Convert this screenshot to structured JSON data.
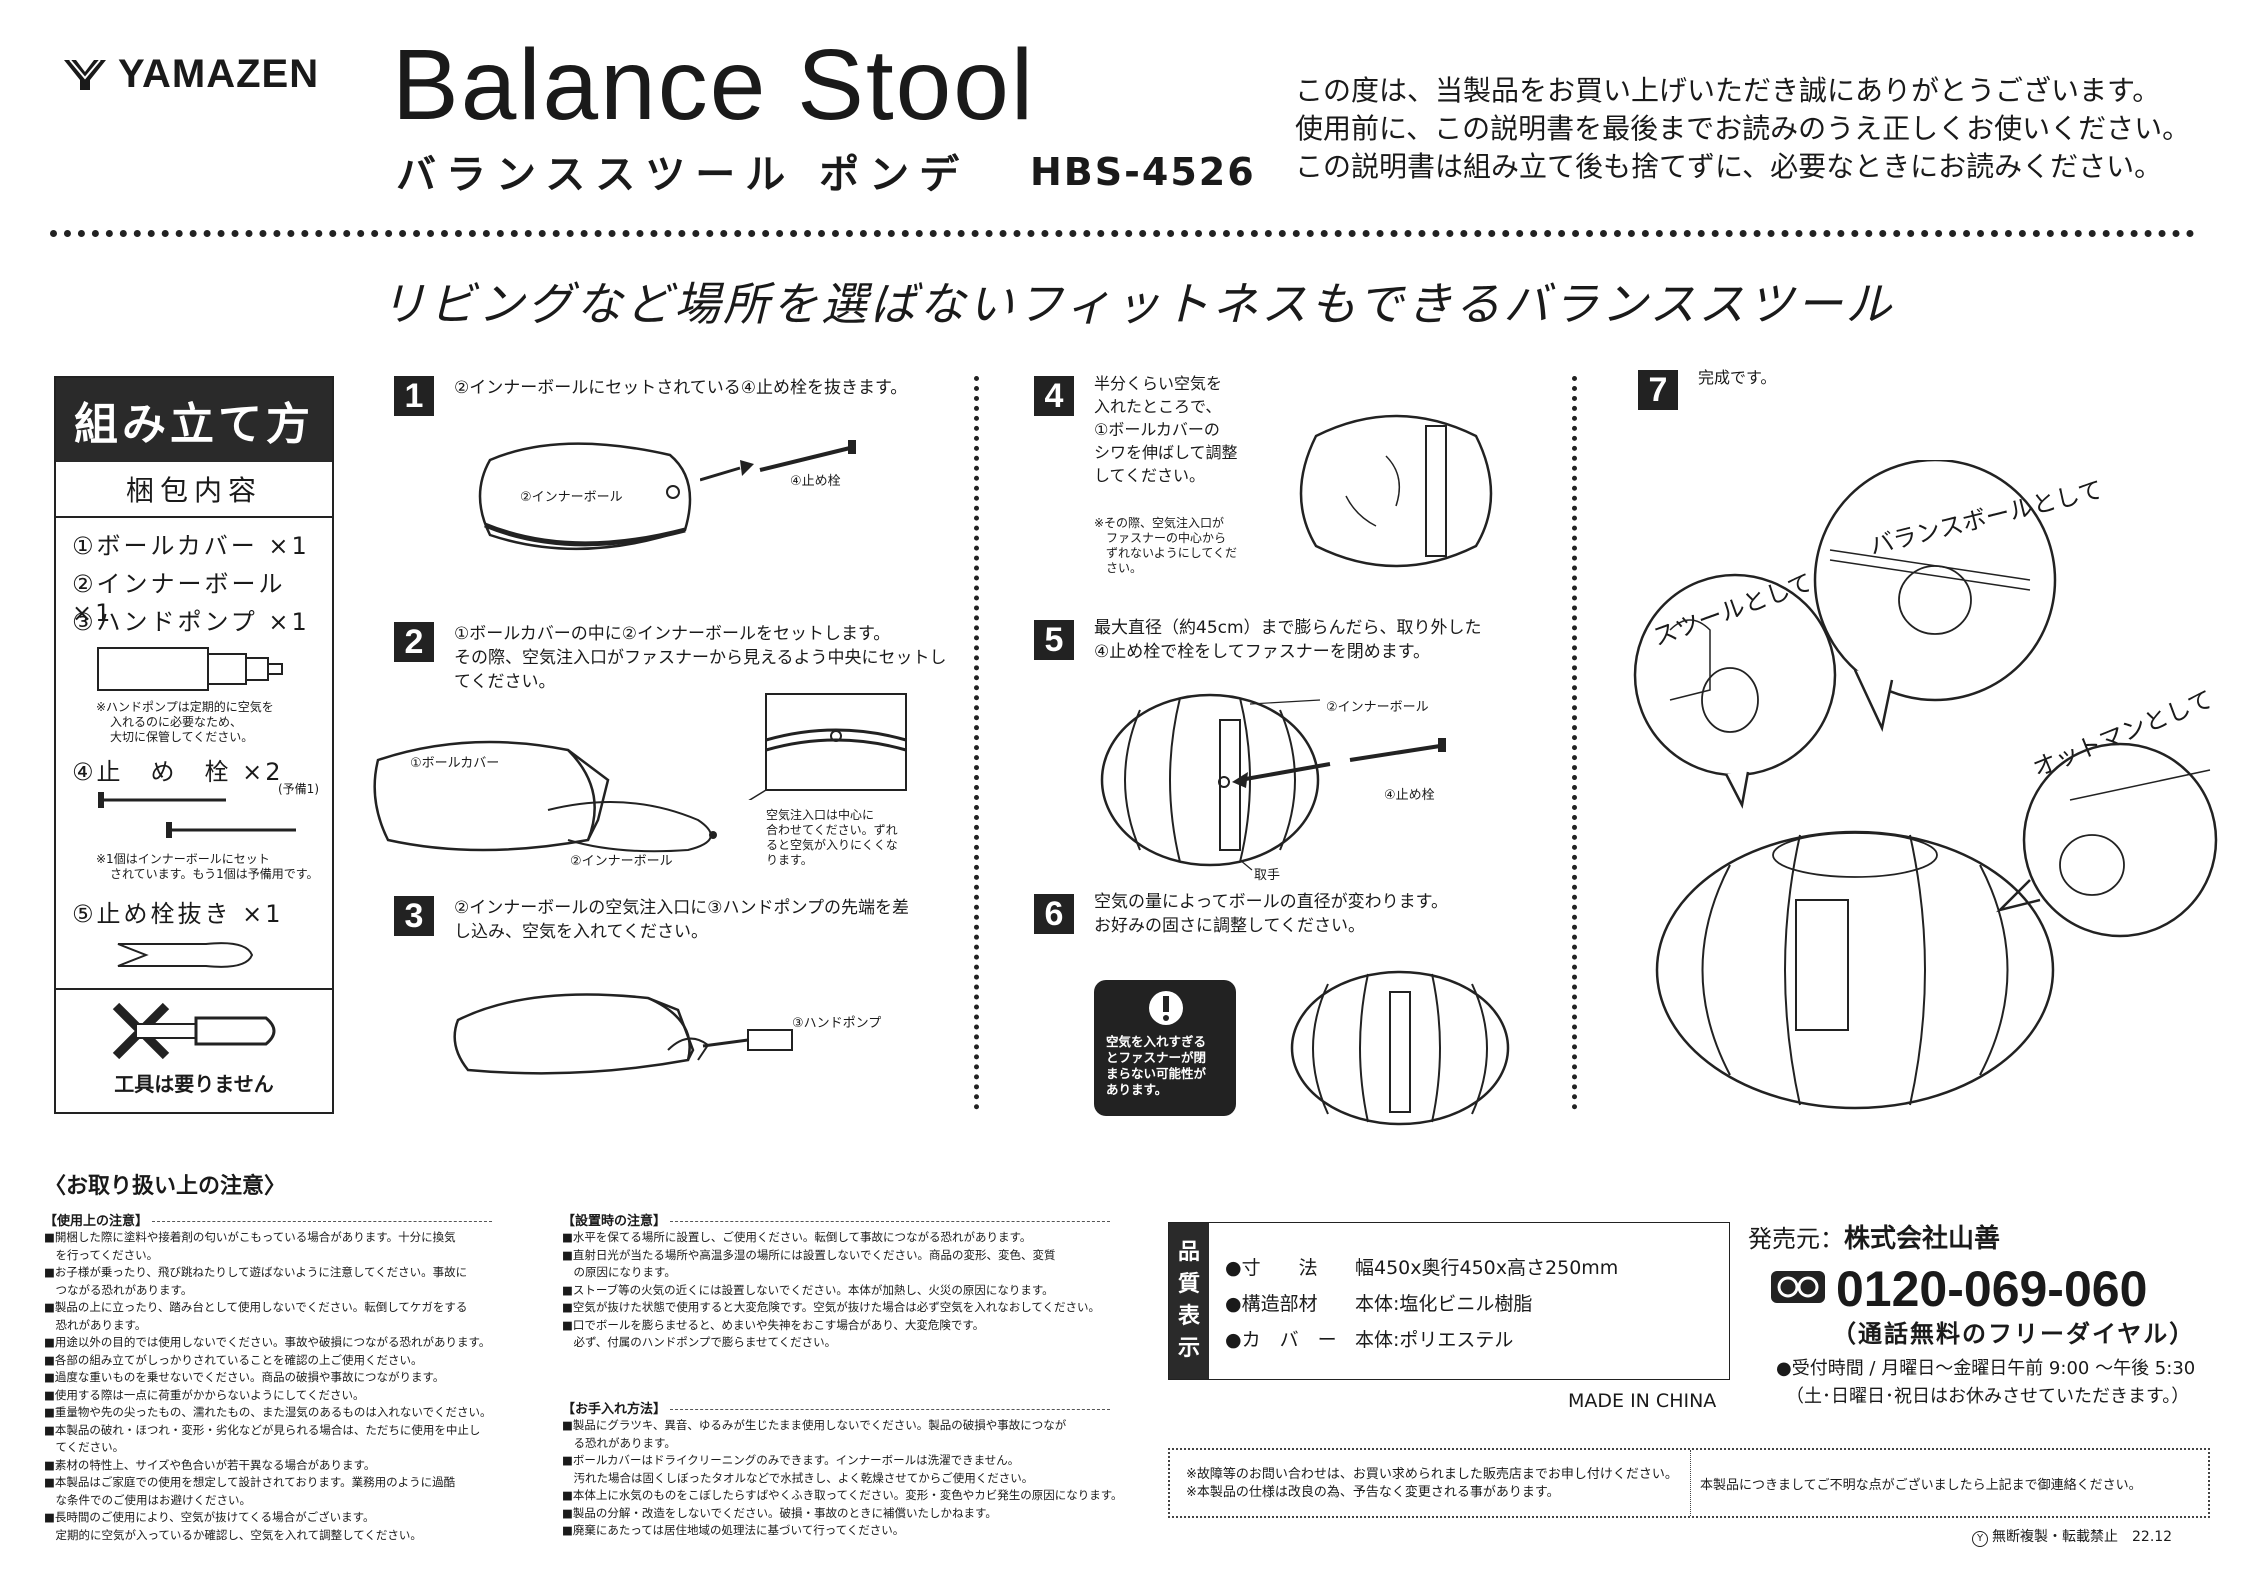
{
  "header": {
    "brand": "YAMAZEN",
    "title": "Balance Stool",
    "subtitle": "バランススツール ポンデ",
    "model": "HBS-4526",
    "greeting": [
      "この度は、当製品をお買い上げいただき誠にありがとうございます。",
      "使用前に、この説明書を最後までお読みのうえ正しくお使いください。",
      "この説明書は組み立て後も捨てずに、必要なときにお読みください。"
    ]
  },
  "tagline": "リビングなど場所を選ばないフィットネスもできるバランススツール",
  "assembly": {
    "heading": "組み立て方",
    "contents_heading": "梱包内容",
    "parts": [
      "①ボールカバー ×1",
      "②インナーボール ×1",
      "③ハンドポンプ ×1",
      "④止　め　栓 ×2",
      "⑤止め栓抜き ×1"
    ],
    "pump_note": [
      "※ハンドポンプは定期的に空気を",
      "入れるのに必要なため、",
      "大切に保管してください。"
    ],
    "spare_note": "(予備1)",
    "plug_note": [
      "※1個はインナーボールにセット",
      "されています。もう1個は予備用です。"
    ],
    "no_tools": "工具は要りません"
  },
  "steps": [
    {
      "num": "1",
      "text": [
        "②インナーボールにセットされている④止め栓を抜きます。"
      ],
      "labels": [
        "②インナーボール",
        "④止め栓"
      ]
    },
    {
      "num": "2",
      "text": [
        "①ボールカバーの中に②インナーボールをセットします。",
        "その際、空気注入口がファスナーから見えるよう中央にセットし",
        "てください。"
      ],
      "labels": [
        "①ボールカバー",
        "②インナーボール"
      ],
      "note": [
        "空気注入口は中心に",
        "合わせてください。ずれ",
        "ると空気が入りにくくな",
        "ります。"
      ]
    },
    {
      "num": "3",
      "text": [
        "②インナーボールの空気注入口に③ハンドポンプの先端を差",
        "し込み、空気を入れてください。"
      ],
      "labels": [
        "③ハンドポンプ"
      ]
    },
    {
      "num": "4",
      "text": [
        "半分くらい空気を",
        "入れたところで、",
        "①ボールカバーの",
        "シワを伸ばして調整",
        "してください。"
      ],
      "note": [
        "※その際、空気注入口が",
        "ファスナーの中心から",
        "ずれないようにしてくだ",
        "さい。"
      ]
    },
    {
      "num": "5",
      "text": [
        "最大直径（約45cm）まで膨らんだら、取り外した",
        "④止め栓で栓をしてファスナーを閉めます。"
      ],
      "labels": [
        "②インナーボール",
        "④止め栓",
        "取手"
      ]
    },
    {
      "num": "6",
      "text": [
        "空気の量によってボールの直径が変わります。",
        "お好みの固さに調整してください。"
      ],
      "warning": [
        "空気を入れすぎる",
        "とファスナーが閉",
        "まらない可能性が",
        "あります。"
      ]
    },
    {
      "num": "7",
      "text": [
        "完成です。"
      ],
      "usages": [
        "スツールとして",
        "バランスボールとして",
        "オットマンとして"
      ]
    }
  ],
  "caution": {
    "title": "〈お取り扱い上の注意〉",
    "use_title": "【使用上の注意】",
    "use": [
      "■開梱した際に塗料や接着剤の匂いがこもっている場合があります。十分に換気",
      "　を行ってください。",
      "■お子様が乗ったり、飛び跳ねたりして遊ばないように注意してください。事故に",
      "　つながる恐れがあります。",
      "■製品の上に立ったり、踏み台として使用しないでください。転倒してケガをする",
      "　恐れがあります。",
      "■用途以外の目的では使用しないでください。事故や破損につながる恐れがあります。",
      "■各部の組み立てがしっかりされていることを確認の上ご使用ください。",
      "■過度な重いものを乗せないでください。商品の破損や事故につながります。",
      "■使用する際は一点に荷重がかからないようにしてください。",
      "■重量物や先の尖ったもの、濡れたもの、また湿気のあるものは入れないでください。",
      "■本製品の破れ・ほつれ・変形・劣化などが見られる場合は、ただちに使用を中止し",
      "　てください。",
      "■素材の特性上、サイズや色合いが若干異なる場合があります。",
      "■本製品はご家庭での使用を想定して設計されております。業務用のように過酷",
      "　な条件でのご使用はお避けください。",
      "■長時間のご使用により、空気が抜けてくる場合がございます。",
      "　定期的に空気が入っているか確認し、空気を入れて調整してください。"
    ],
    "install_title": "【設置時の注意】",
    "install": [
      "■水平を保てる場所に設置し、ご使用ください。転倒して事故につながる恐れがあります。",
      "■直射日光が当たる場所や高温多湿の場所には設置しないでください。商品の変形、変色、変質",
      "　の原因になります。",
      "■ストーブ等の火気の近くには設置しないでください。本体が加熱し、火災の原因になります。",
      "■空気が抜けた状態で使用すると大変危険です。空気が抜けた場合は必ず空気を入れなおしてください。",
      "■口でボールを膨らませると、めまいや失神をおこす場合があり、大変危険です。",
      "　必ず、付属のハンドポンプで膨らませてください。"
    ],
    "care_title": "【お手入れ方法】",
    "care": [
      "■製品にグラツキ、異音、ゆるみが生じたまま使用しないでください。製品の破損や事故につなが",
      "　る恐れがあります。",
      "■ボールカバーはドライクリーニングのみできます。インナーボールは洗濯できません。",
      "　汚れた場合は固くしぼったタオルなどで水拭きし、よく乾燥させてからご使用ください。",
      "■本体上に水気のものをこぼしたらすばやくふき取ってください。変形・変色やカビ発生の原因になります。",
      "■製品の分解・改造をしないでください。破損・事故のときに補償いたしかねます。",
      "■廃棄にあたっては居住地域の処理法に基づいて行ってください。"
    ]
  },
  "spec": {
    "label": [
      "品",
      "質",
      "表",
      "示"
    ],
    "rows": [
      {
        "key": "●寸　　法",
        "value": "幅450x奥行450x高さ250mm"
      },
      {
        "key": "●構造部材",
        "value": "本体:塩化ビニル樹脂"
      },
      {
        "key": "●カ　バ　ー",
        "value": "本体:ポリエステル"
      }
    ],
    "made_in": "MADE IN CHINA"
  },
  "contact": {
    "seller_label": "発売元：",
    "seller": "株式会社山善",
    "phone": "0120-069-060",
    "free_dial": "（通話無料のフリーダイヤル）",
    "hours": "●受付時間 / 月曜日～金曜日午前 9:00 ～午後 5:30",
    "closed": "（土･日曜日･祝日はお休みさせていただきます。）"
  },
  "footer": {
    "left": [
      "※故障等のお問い合わせは、お買い求められました販売店までお申し付けください。",
      "※本製品の仕様は改良の為、予告なく変更される事があります。"
    ],
    "right": "本製品につきましてご不明な点がございましたら上記まで御連絡ください。",
    "copyright": "無断複製・転載禁止　22.12"
  }
}
